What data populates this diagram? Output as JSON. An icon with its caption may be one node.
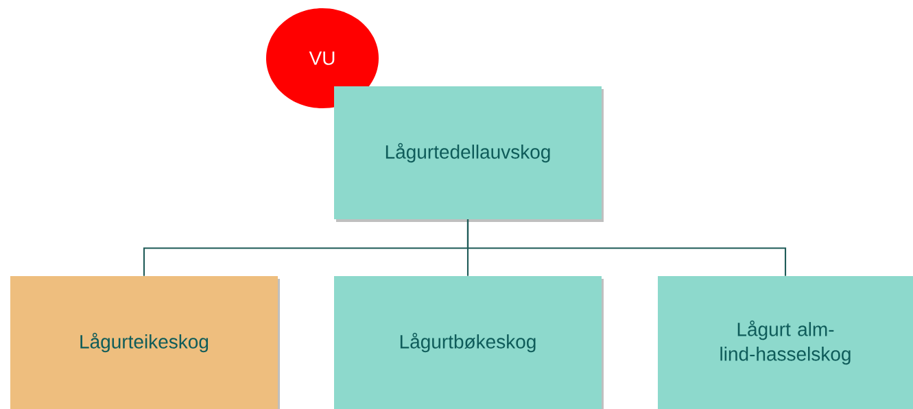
{
  "diagram": {
    "nodes": [
      {
        "text": [
          "VU"
        ]
      },
      {
        "text": [
          "Lågurtedellauvskog"
        ]
      },
      {
        "text": [
          "Lågurteikeskog"
        ]
      },
      {
        "text": [
          "Lågurtbøkeskog"
        ]
      },
      {
        "text": [
          "Lågurt alm-lind-hasselskog"
        ]
      }
    ],
    "edges": [
      {
        "from": 1,
        "to": 2,
        "arrow": "none"
      },
      {
        "from": 1,
        "to": 3,
        "arrow": "none"
      },
      {
        "from": 1,
        "to": 4,
        "arrow": "none"
      }
    ]
  }
}
